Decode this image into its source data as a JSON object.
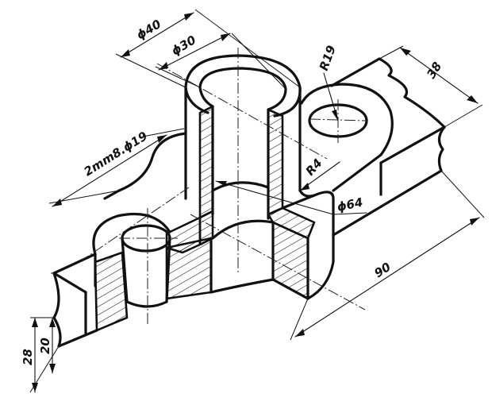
{
  "dimensions": {
    "dia_outer_top": "ϕ40",
    "dia_inner_top": "ϕ30",
    "radius_boss": "R19",
    "length_right": "38",
    "slot_callout": "2mm8.ϕ19",
    "fillet_radius": "R4",
    "dia_base": "ϕ64",
    "length_main": "90",
    "height_total": "28",
    "height_base": "20"
  }
}
